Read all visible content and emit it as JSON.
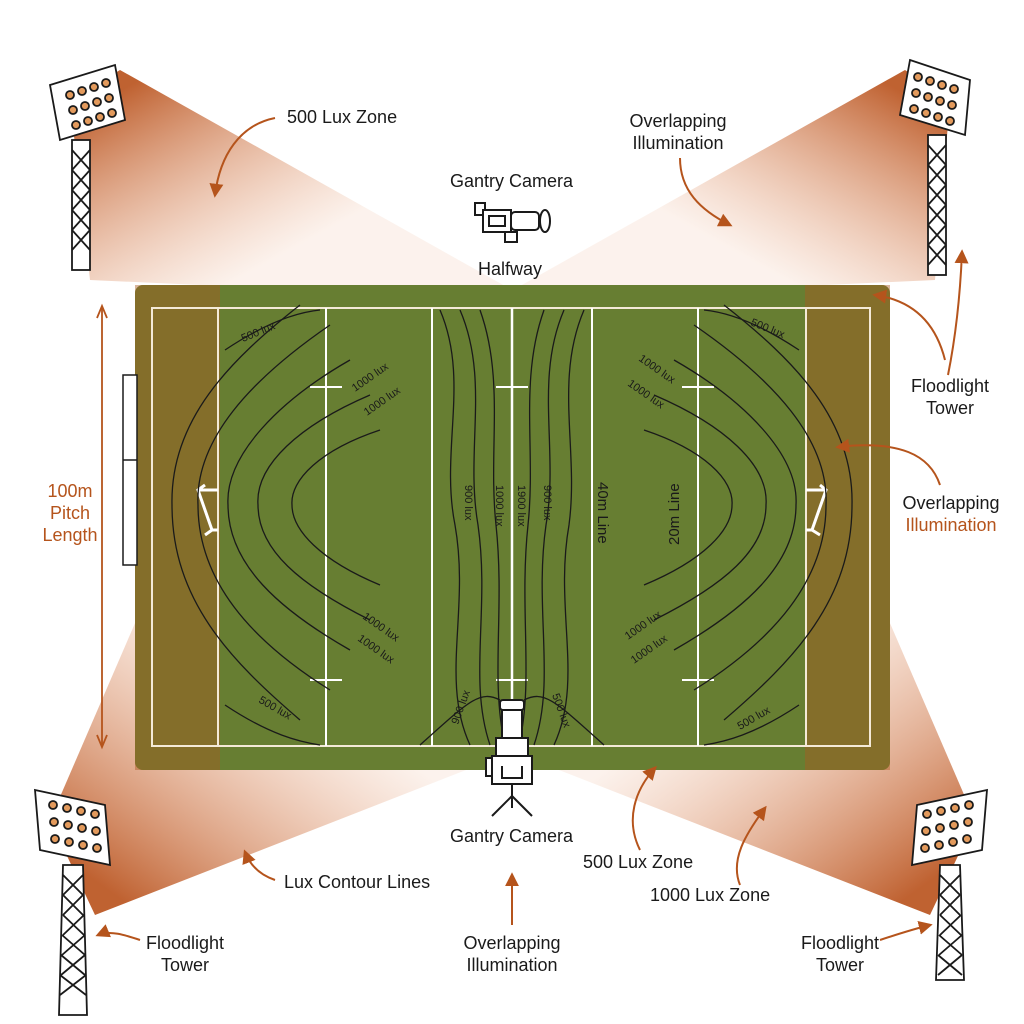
{
  "labels": {
    "lux_zone_500_top": "500 Lux Zone",
    "overlap_top_right": [
      "Overlapping",
      "Illumination"
    ],
    "gantry_camera_top": "Gantry Camera",
    "halfway": "Halfway",
    "floodlight_tower_right": [
      "Floodlight",
      "Tower"
    ],
    "overlap_right": [
      "Overlapping",
      "Illumination"
    ],
    "pitch_length": [
      "100m",
      "Pitch",
      "Length"
    ],
    "gantry_camera_bottom": "Gantry Camera",
    "lux_contour_lines": "Lux Contour Lines",
    "lux_zone_500_bottom": "500 Lux Zone",
    "lux_zone_1000_bottom": "1000 Lux Zone",
    "floodlight_tower_bottom_left": [
      "Floodlight",
      "Tower"
    ],
    "overlap_bottom": [
      "Overlapping",
      "Illumination"
    ],
    "floodlight_tower_bottom_right": [
      "Floodlight",
      "Tower"
    ]
  },
  "pitch_lines": {
    "line_40m": "40m Line",
    "line_20m": "20m Line"
  },
  "contours": {
    "c500_tl": "500 lux",
    "c1000_tl_a": "1000 lux",
    "c1000_tl_b": "1000 lux",
    "c1000_bl_a": "1000 lux",
    "c1000_bl_b": "1000 lux",
    "c500_bl": "500 lux",
    "c500_tr": "500 lux",
    "c1000_tr_a": "1000 lux",
    "c1000_tr_b": "1000 lux",
    "c1000_br_a": "1000 lux",
    "c1000_br_b": "1000 lux",
    "c500_br": "500 lux",
    "c900_ml": "900 lux",
    "c1000_mid": "1000 lux",
    "c1900_mid": "1900 lux",
    "c900_mr": "900 lux",
    "c900_bl": "900 lux",
    "c500_bc": "500 lux"
  },
  "colors": {
    "beam": "#c0541c",
    "grass": "#4a8c3a",
    "accent_text": "#b5541c"
  }
}
